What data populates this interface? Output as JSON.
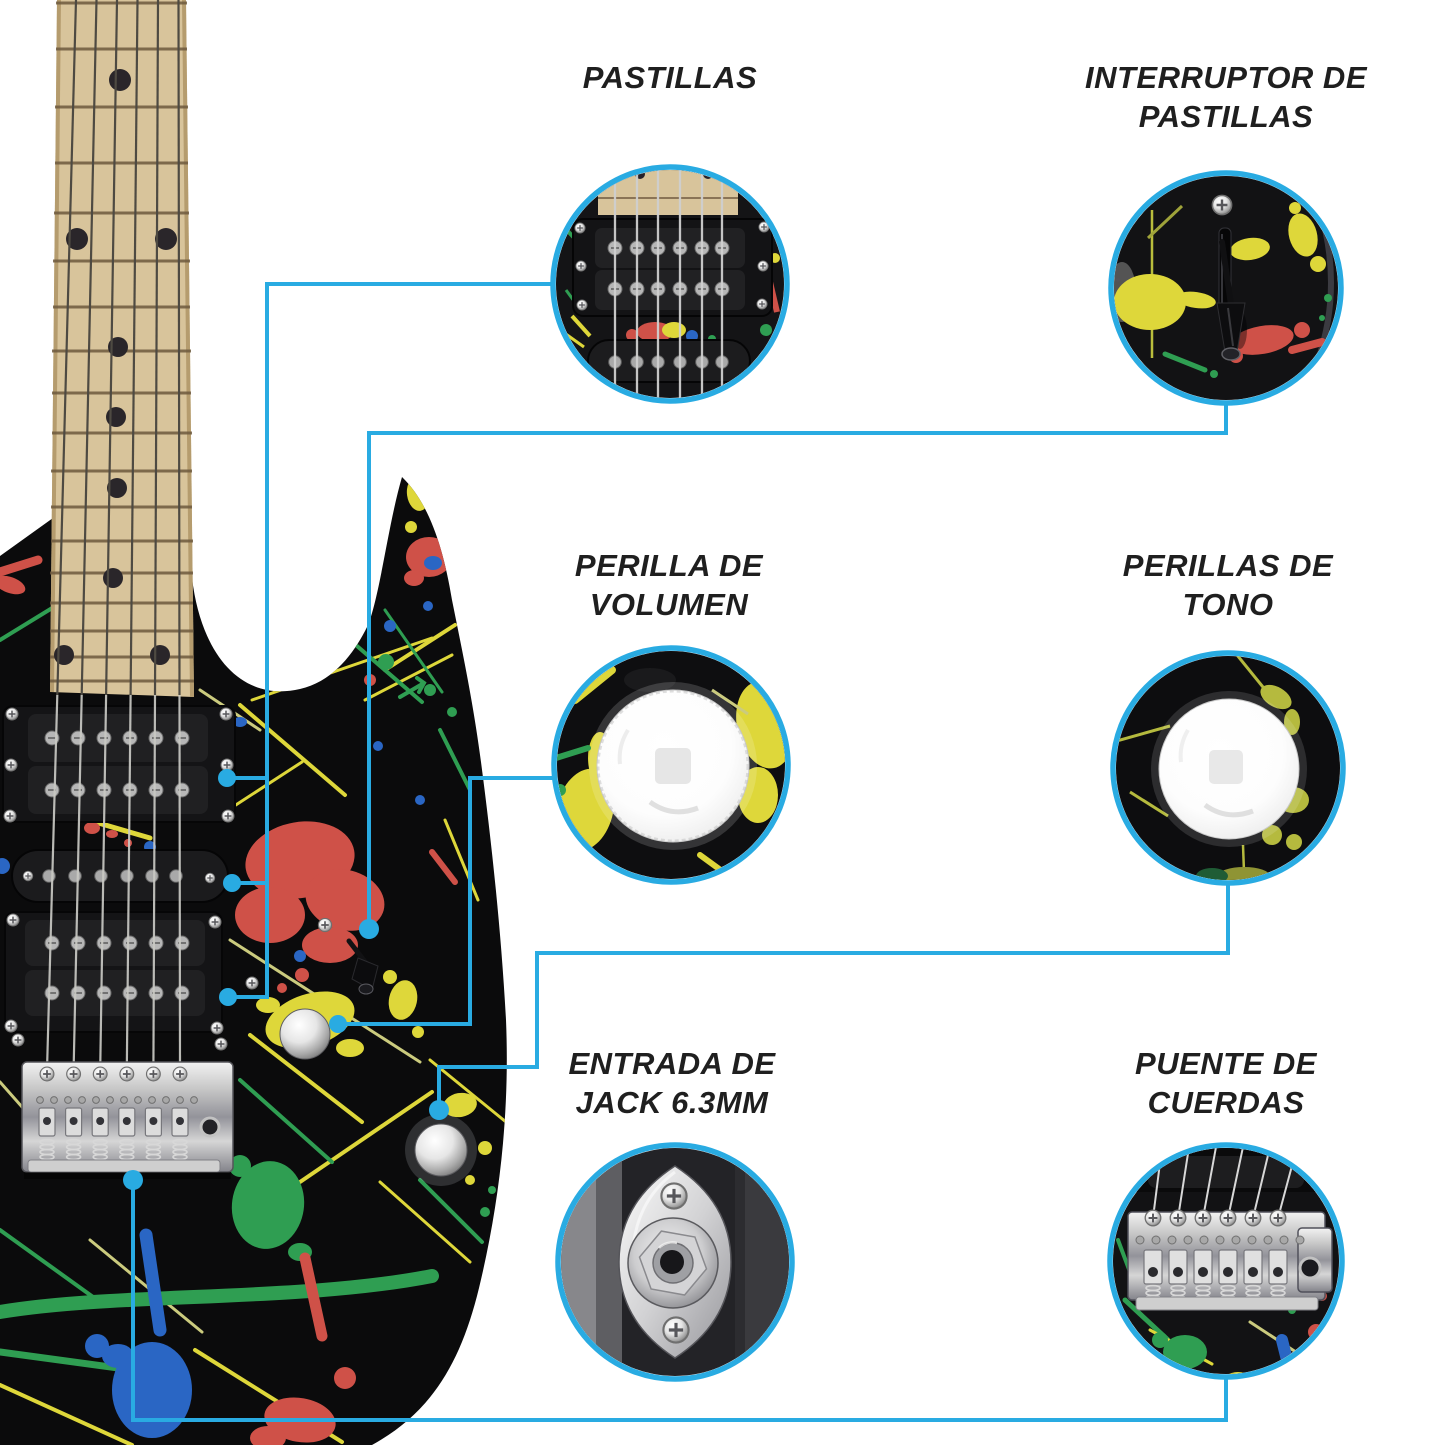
{
  "colors": {
    "accent": "#29abe2",
    "label_text": "#1f1f1f",
    "background": "#ffffff",
    "splatter": [
      "#ded73a",
      "#2f9e52",
      "#cf5148",
      "#2a66c4"
    ]
  },
  "callouts": [
    {
      "id": "pastillas",
      "lines": [
        "PASTILLAS"
      ]
    },
    {
      "id": "interruptor-de-pastillas",
      "lines": [
        "INTERRUPTOR DE",
        "PASTILLAS"
      ]
    },
    {
      "id": "perilla-de-volumen",
      "lines": [
        "PERILLA DE",
        "VOLUMEN"
      ]
    },
    {
      "id": "perillas-de-tono",
      "lines": [
        "PERILLAS DE",
        "TONO"
      ]
    },
    {
      "id": "entrada-de-jack",
      "lines": [
        "ENTRADA DE",
        "JACK 6.3MM"
      ]
    },
    {
      "id": "puente-de-cuerdas",
      "lines": [
        "PUENTE DE",
        "CUERDAS"
      ]
    }
  ]
}
